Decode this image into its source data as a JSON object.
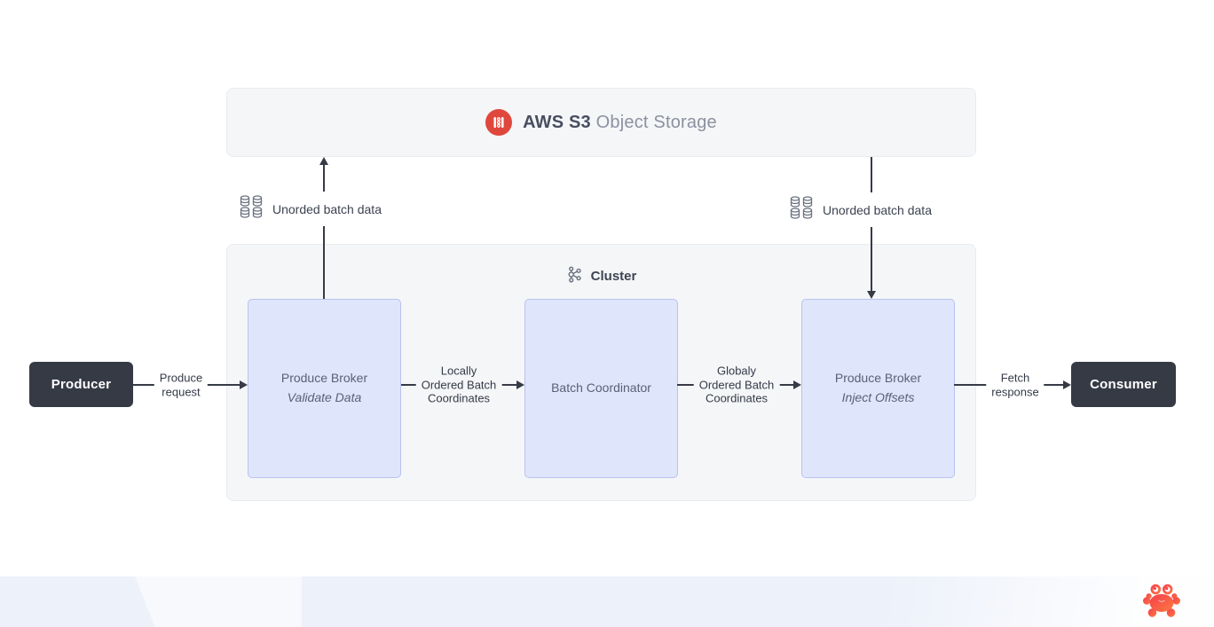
{
  "storage": {
    "title_bold": "AWS S3",
    "title_light": "Object Storage",
    "icon": "s3-bucket-icon"
  },
  "cluster": {
    "title": "Cluster",
    "icon": "kafka-cluster-icon"
  },
  "nodes": {
    "producer": "Producer",
    "consumer": "Consumer",
    "broker_left": {
      "title": "Produce Broker",
      "subtitle": "Validate Data"
    },
    "coordinator": {
      "title": "Batch Coordinator"
    },
    "broker_right": {
      "title": "Produce Broker",
      "subtitle": "Inject Offsets"
    }
  },
  "edges": {
    "produce_request": "Produce\nrequest",
    "locally_ordered": "Locally\nOrdered Batch\nCoordinates",
    "globally_ordered": "Globaly\nOrdered Batch\nCoordinates",
    "fetch_response": "Fetch\nresponse",
    "unordered_left": "Unorded batch data",
    "unordered_right": "Unorded batch data"
  },
  "colors": {
    "accent_red": "#e0473c",
    "node_fill": "#dfe5fb",
    "node_border": "#b9c3ef",
    "dark_node": "#363a45",
    "panel_fill": "#f5f6f8",
    "panel_border": "#e9ebef",
    "arrow": "#363b46",
    "crab_gradient_start": "#f63d4e",
    "crab_gradient_end": "#fc7b40"
  }
}
